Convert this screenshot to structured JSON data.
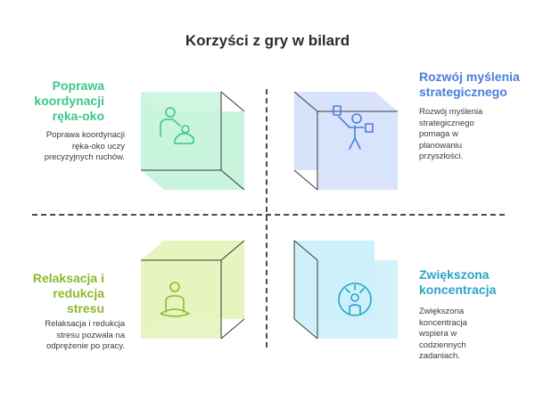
{
  "title": "Korzyści z gry w bilard",
  "quadrants": {
    "top_left": {
      "title": "Poprawa koordynacji ręka-oko",
      "description": "Poprawa koordynacji ręka-oko uczy precyzyjnych ruchów.",
      "accent": "#3cc68a",
      "fill": "#c9f5de",
      "icon": "juggling-person-icon"
    },
    "top_right": {
      "title": "Rozwój myślenia strategicznego",
      "description": "Rozwój myślenia strategicznego pomaga w planowaniu przyszłości.",
      "accent": "#4a7fd9",
      "fill": "#d8e3fb",
      "icon": "strategy-person-icon"
    },
    "bottom_left": {
      "title": "Relaksacja i redukcja stresu",
      "description": "Relaksacja i redukcja stresu pozwala na odprężenie po pracy.",
      "accent": "#8db82c",
      "fill": "#e6f5bf",
      "icon": "meditation-icon"
    },
    "bottom_right": {
      "title": "Zwiększona koncentracja",
      "description": "Zwiększona koncentracja wspiera w codziennych zadaniach.",
      "accent": "#2aa3c9",
      "fill": "#cdf0fa",
      "icon": "focus-person-icon"
    }
  }
}
